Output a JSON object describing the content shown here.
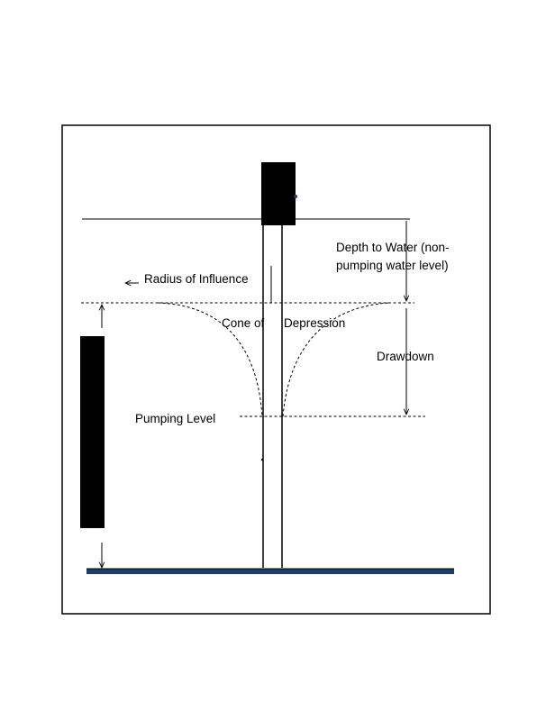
{
  "labels": {
    "depth_to_water_line1": "Depth to Water (non-",
    "depth_to_water_line2": "pumping water level)",
    "radius_of_influence": "Radius of Influence",
    "cone_of": "Cone of",
    "depression": "Depression",
    "drawdown": "Drawdown",
    "pumping_level": "Pumping Level"
  },
  "icons": {
    "radius_arrow": "left-arrow-icon"
  },
  "colors": {
    "line": "#000000",
    "bedrock": "#1f3f66",
    "background": "#ffffff"
  }
}
